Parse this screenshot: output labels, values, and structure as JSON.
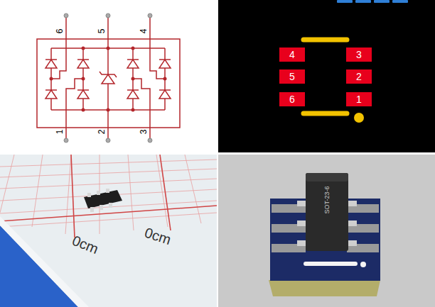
{
  "diagram": {
    "nodes": [
      {
        "text": [
          "4"
        ]
      },
      {
        "text": [
          "3"
        ]
      },
      {
        "text": [
          "5"
        ]
      },
      {
        "text": [
          "2"
        ]
      },
      {
        "text": [
          "6"
        ]
      },
      {
        "text": [
          "1"
        ]
      }
    ],
    "labels": [
      "6",
      "5",
      "4",
      "1",
      "2",
      "3",
      "0cm",
      "0cm",
      "SOT-23-6"
    ]
  }
}
